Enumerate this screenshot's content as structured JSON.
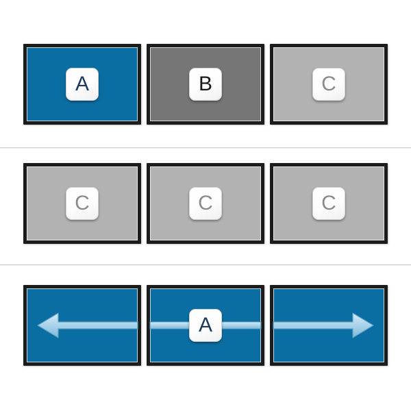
{
  "figure": {
    "type": "keyboard-navigation-diagram",
    "rows": 3,
    "columns": 3
  },
  "colors": {
    "panel_blue": "#0a6ea2",
    "panel_dark_gray": "#767676",
    "panel_light_gray": "#b2b2b2",
    "panel_border": "#1c1c1c",
    "arrow_fill": "#a9d3ea",
    "arrow_stroke": "#5d9fc5",
    "keycap_face": "#ffffff",
    "letter_a": "#1b3a5c",
    "letter_b": "#1a1a1a",
    "letter_c": "#8a8a8a",
    "divider": "#cfcfcf",
    "background": "#ffffff"
  },
  "rows": [
    {
      "id": "row-1",
      "panels": [
        {
          "id": "panel-1-1",
          "fill": "blue",
          "key": "A",
          "key_style": "letter-a",
          "arrow": "none"
        },
        {
          "id": "panel-1-2",
          "fill": "dark-gray",
          "key": "B",
          "key_style": "letter-b",
          "arrow": "none"
        },
        {
          "id": "panel-1-3",
          "fill": "light-gray",
          "key": "C",
          "key_style": "letter-c",
          "arrow": "none"
        }
      ]
    },
    {
      "id": "row-2",
      "panels": [
        {
          "id": "panel-2-1",
          "fill": "light-gray",
          "key": "C",
          "key_style": "letter-c",
          "arrow": "none"
        },
        {
          "id": "panel-2-2",
          "fill": "light-gray",
          "key": "C",
          "key_style": "letter-c",
          "arrow": "none"
        },
        {
          "id": "panel-2-3",
          "fill": "light-gray",
          "key": "C",
          "key_style": "letter-c",
          "arrow": "none"
        }
      ]
    },
    {
      "id": "row-3",
      "panels": [
        {
          "id": "panel-3-1",
          "fill": "blue",
          "key": "",
          "key_style": "",
          "arrow": "left"
        },
        {
          "id": "panel-3-2",
          "fill": "blue",
          "key": "A",
          "key_style": "letter-a",
          "arrow": "stubs"
        },
        {
          "id": "panel-3-3",
          "fill": "blue",
          "key": "",
          "key_style": "",
          "arrow": "right"
        }
      ]
    }
  ],
  "dividers": [
    {
      "id": "divider-1"
    },
    {
      "id": "divider-2"
    }
  ]
}
